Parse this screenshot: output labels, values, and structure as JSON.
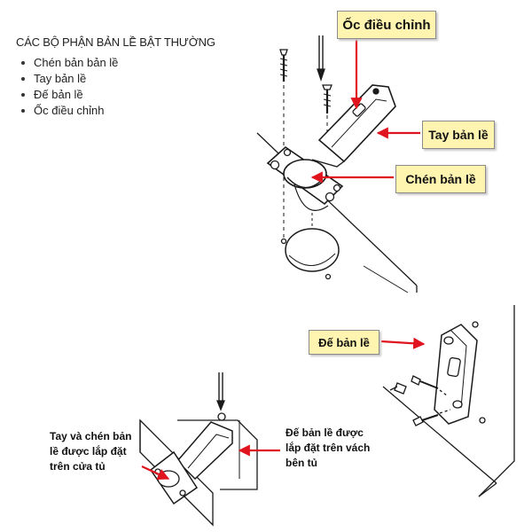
{
  "section_title": "CÁC BỘ PHẬN BẢN LỀ BẬT THƯỜNG",
  "parts": [
    {
      "label": "Chén bản bản lề"
    },
    {
      "label": "Tay bản lề"
    },
    {
      "label": "Đế bản lề"
    },
    {
      "label": "Ốc điều chỉnh"
    }
  ],
  "callouts": {
    "adjust_screw": "Ốc điều chỉnh",
    "hinge_arm": "Tay bản lề",
    "hinge_cup": "Chén bản lề",
    "hinge_base": "Đế bản lề"
  },
  "installation_notes": {
    "door_side": [
      "Tay và chén bản",
      "lề được lắp đặt",
      "trên cửa tủ"
    ],
    "cabinet_side": [
      "Đế bản lề được",
      "lắp đặt trên vách",
      "bên tủ"
    ]
  },
  "colors": {
    "callout_fill": "#fff5b0",
    "pointer_arrow": "#e0141e",
    "line_art": "#1a1a1a"
  }
}
